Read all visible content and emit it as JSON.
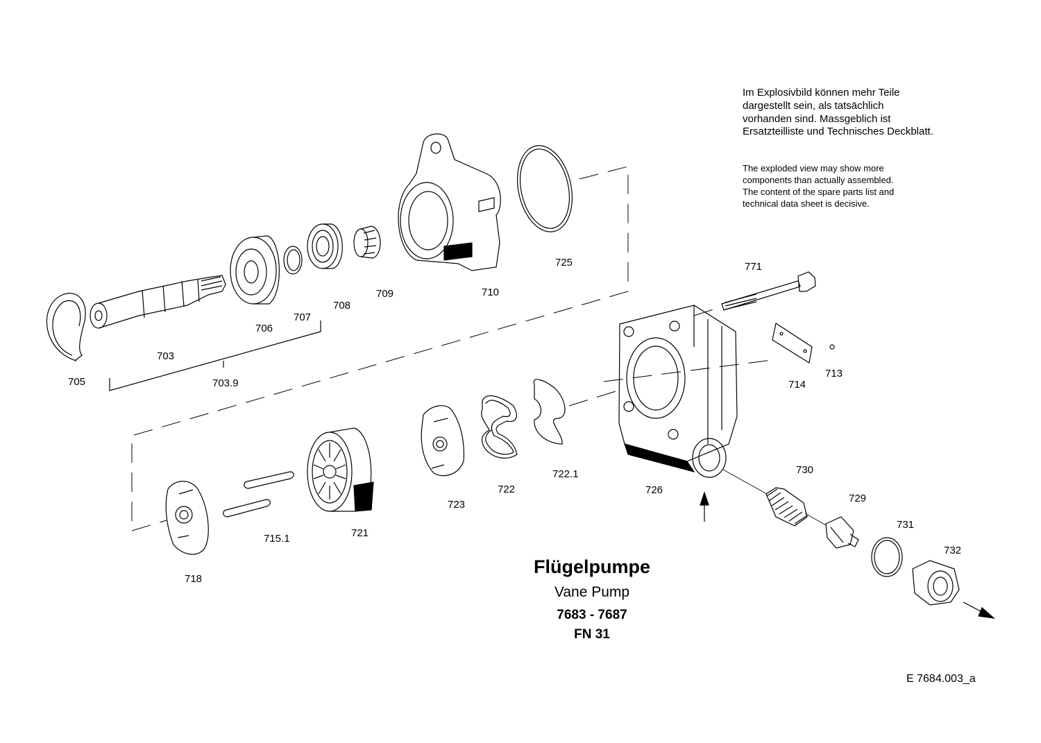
{
  "notes": {
    "german": "Im Explosivbild können mehr Teile\ndargestellt sein, als tatsächlich\nvorhanden sind. Massgeblich ist\nErsatzteilliste und Technisches Deckblatt.",
    "english": "The exploded view may show more\ncomponents than actually assembled.\nThe content of the spare parts list and\ntechnical data sheet is decisive."
  },
  "title": {
    "german": "Flügelpumpe",
    "english": "Vane Pump",
    "series": "7683 - 7687",
    "fn": "FN 31"
  },
  "drawing_number": "E  7684.003_a",
  "parts": [
    {
      "id": "p705",
      "label": "705"
    },
    {
      "id": "p703",
      "label": "703"
    },
    {
      "id": "p703_9",
      "label": "703.9"
    },
    {
      "id": "p706",
      "label": "706"
    },
    {
      "id": "p707",
      "label": "707"
    },
    {
      "id": "p708",
      "label": "708"
    },
    {
      "id": "p709",
      "label": "709"
    },
    {
      "id": "p710",
      "label": "710"
    },
    {
      "id": "p725",
      "label": "725"
    },
    {
      "id": "p771",
      "label": "771"
    },
    {
      "id": "p714",
      "label": "714"
    },
    {
      "id": "p713",
      "label": "713"
    },
    {
      "id": "p726",
      "label": "726"
    },
    {
      "id": "p730",
      "label": "730"
    },
    {
      "id": "p729",
      "label": "729"
    },
    {
      "id": "p731",
      "label": "731"
    },
    {
      "id": "p732",
      "label": "732"
    },
    {
      "id": "p722_1",
      "label": "722.1"
    },
    {
      "id": "p722",
      "label": "722"
    },
    {
      "id": "p723",
      "label": "723"
    },
    {
      "id": "p721",
      "label": "721"
    },
    {
      "id": "p715_1",
      "label": "715.1"
    },
    {
      "id": "p718",
      "label": "718"
    }
  ]
}
